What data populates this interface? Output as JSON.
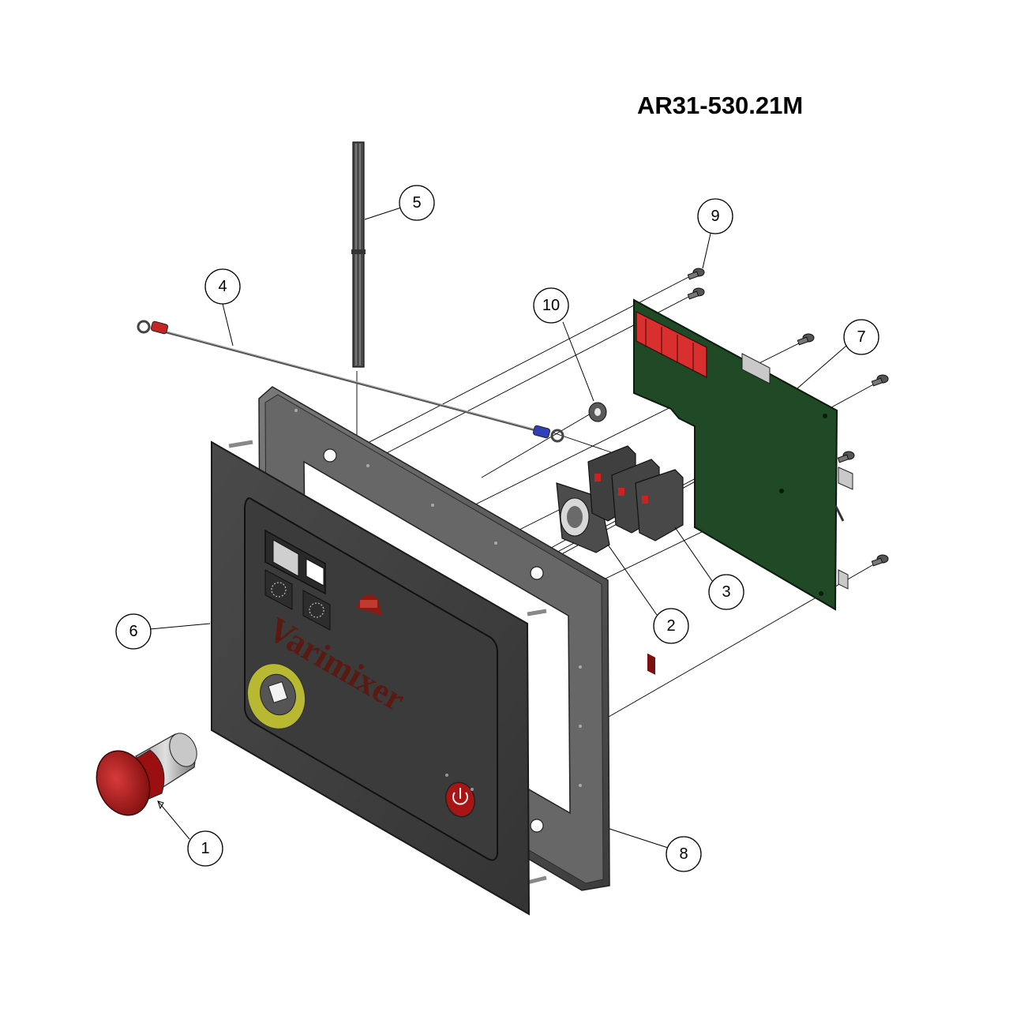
{
  "drawing": {
    "part_number": "AR31-530.21M",
    "brand_text": "Varimixer"
  },
  "callouts": [
    {
      "id": "1",
      "label": "1"
    },
    {
      "id": "2",
      "label": "2"
    },
    {
      "id": "3",
      "label": "3"
    },
    {
      "id": "4",
      "label": "4"
    },
    {
      "id": "5",
      "label": "5"
    },
    {
      "id": "6",
      "label": "6"
    },
    {
      "id": "7",
      "label": "7"
    },
    {
      "id": "8",
      "label": "8"
    },
    {
      "id": "9",
      "label": "9"
    },
    {
      "id": "10",
      "label": "10"
    }
  ],
  "colors": {
    "faceplate": "#3d3d3d",
    "gasket_frame": "#5b5b5b",
    "pcb": "#1f4a25",
    "display": "#d9302f",
    "estop": "#b01818",
    "estop_ring": "#b8b832",
    "power_button": "#a81515"
  }
}
